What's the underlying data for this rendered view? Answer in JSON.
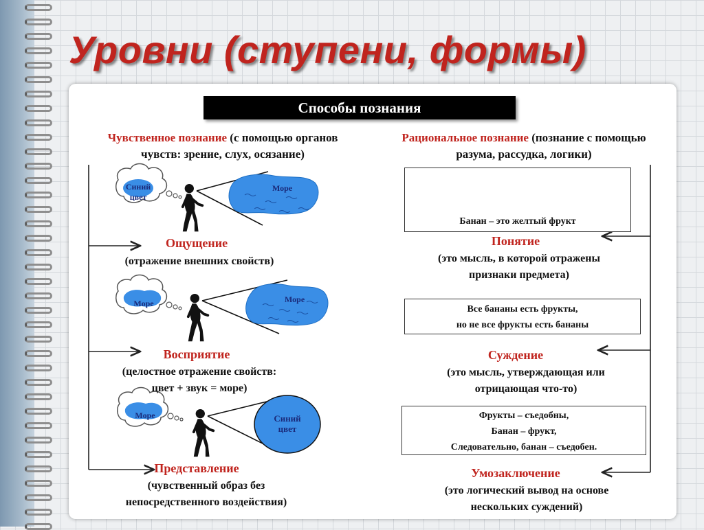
{
  "title": "Уровни (ступени, формы)",
  "header": "Способы познания",
  "sensory": {
    "name": "Чувственное познание",
    "note_line1": "(с помощью органов",
    "note_line2": "чувств: зрение, слух, осязание)",
    "levels": [
      {
        "name": "Ощущение",
        "desc_line1": "(отражение внешних свойств)",
        "desc_line2": "",
        "thought_line1": "Синий",
        "thought_line2": "цвет",
        "view_label": "Море"
      },
      {
        "name": "Восприятие",
        "desc_line1": "(целостное отражение свойств:",
        "desc_line2": "цвет + звук = море)",
        "thought_line1": "Море",
        "view_label": "Море"
      },
      {
        "name": "Представление",
        "desc_line1": "(чувственный образ без",
        "desc_line2": "непосредственного воздействия)",
        "thought_line1": "Море",
        "view_line1": "Синий",
        "view_line2": "цвет"
      }
    ]
  },
  "rational": {
    "name": "Рациональное познание",
    "note_line1": "(познание с помощью",
    "note_line2": "разума, рассудка, логики)",
    "levels": [
      {
        "name": "Понятие",
        "desc_line1": "(это мысль, в которой отражены",
        "desc_line2": "признаки предмета)",
        "example": [
          "Банан – это желтый фрукт"
        ],
        "image": "banana-icon"
      },
      {
        "name": "Суждение",
        "desc_line1": "(это мысль, утверждающая или",
        "desc_line2": "отрицающая что-то)",
        "example": [
          "Все бананы есть фрукты,",
          "но не все фрукты есть бананы"
        ]
      },
      {
        "name": "Умозаключение",
        "desc_line1": "(это логический вывод на основе",
        "desc_line2": "нескольких суждений)",
        "example": [
          "Фрукты – съедобны,",
          "Банан – фрукт,",
          "Следовательно, банан – съедобен."
        ]
      }
    ]
  },
  "colors": {
    "title_red": "#c0241e",
    "sea_blue": "#3a8ee6",
    "cloud_border": "#555555"
  }
}
